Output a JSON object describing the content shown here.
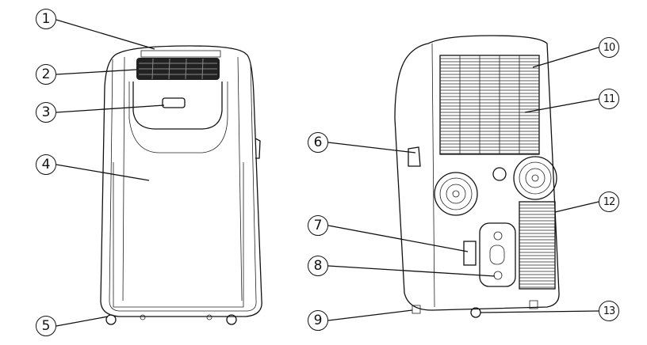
{
  "diagram": {
    "front_view": {
      "callouts": [
        {
          "number": "1"
        },
        {
          "number": "2"
        },
        {
          "number": "3"
        },
        {
          "number": "4"
        },
        {
          "number": "5"
        }
      ]
    },
    "back_view": {
      "callouts": [
        {
          "number": "6"
        },
        {
          "number": "7"
        },
        {
          "number": "8"
        },
        {
          "number": "9"
        },
        {
          "number": "10"
        },
        {
          "number": "11"
        },
        {
          "number": "12"
        },
        {
          "number": "13"
        }
      ]
    }
  }
}
